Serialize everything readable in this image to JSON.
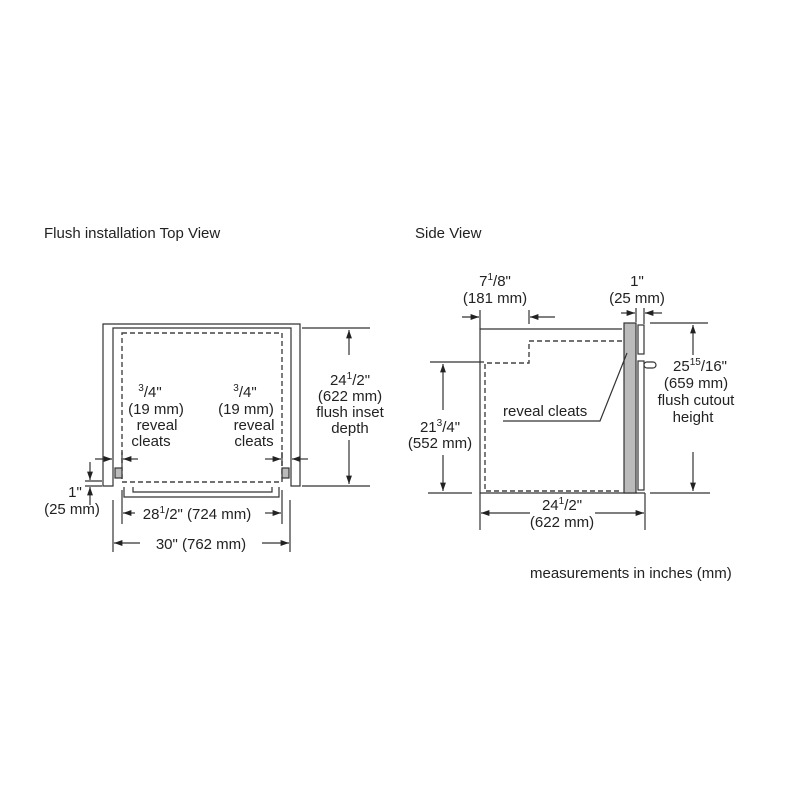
{
  "titles": {
    "top_view": "Flush installation Top View",
    "side_view": "Side View",
    "note": "measurements in inches (mm)"
  },
  "top_view": {
    "depth": {
      "whole": "24",
      "num": "1",
      "den": "/2\"",
      "mm": "(622 mm)",
      "label1": "flush inset",
      "label2": "depth"
    },
    "cleat_left": {
      "num": "3",
      "den": "/4\"",
      "mm": "(19 mm)",
      "label1": "reveal",
      "label2": "cleats"
    },
    "cleat_right": {
      "num": "3",
      "den": "/4\"",
      "mm": "(19 mm)",
      "label1": "reveal",
      "label2": "cleats"
    },
    "offset": {
      "inch": "1\"",
      "mm": "(25 mm)"
    },
    "inner_width": {
      "whole": "28",
      "num": "1",
      "den": "/2\" (724 mm)"
    },
    "outer_width": {
      "text": "30\" (762 mm)"
    }
  },
  "side_view": {
    "setback": {
      "whole": "7",
      "num": "1",
      "den": "/8\"",
      "mm": "(181 mm)"
    },
    "door": {
      "inch": "1\"",
      "mm": "(25 mm)"
    },
    "cutout_height": {
      "whole": "25",
      "num": "15",
      "den": "/16\"",
      "mm": "(659 mm)",
      "label1": "flush cutout",
      "label2": "height"
    },
    "lower_height": {
      "whole": "21",
      "num": "3",
      "den": "/4\"",
      "mm": "(552 mm)"
    },
    "depth": {
      "whole": "24",
      "num": "1",
      "den": "/2\"",
      "mm": "(622 mm)"
    },
    "reveal_label": "reveal cleats"
  }
}
